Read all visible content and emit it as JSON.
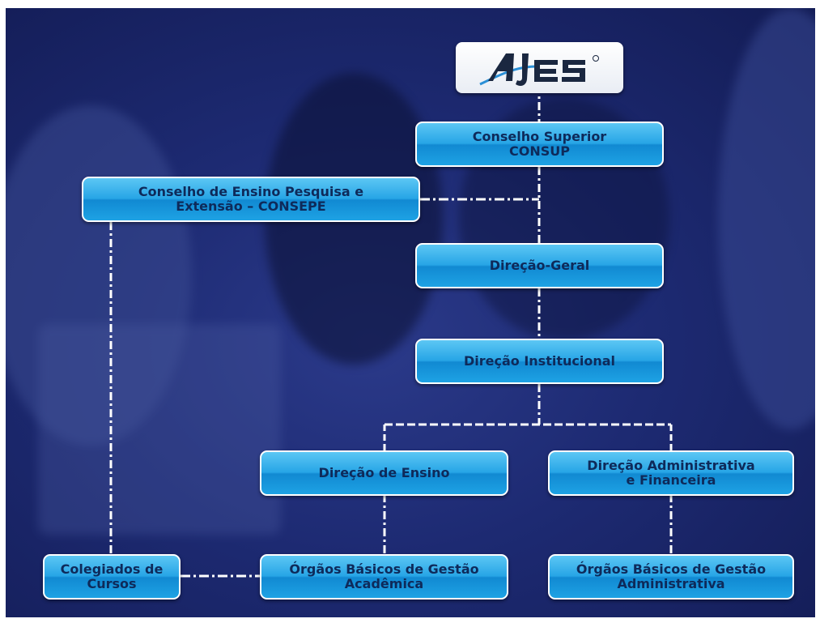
{
  "logo": {
    "text": "AJES",
    "mark": "®"
  },
  "nodes": {
    "consup": {
      "line1": "Conselho Superior",
      "line2": "CONSUP"
    },
    "consepe": {
      "line1": "Conselho de Ensino Pesquisa e",
      "line2": "Extensão – CONSEPE"
    },
    "direcao_geral": {
      "line1": "Direção-Geral"
    },
    "direcao_institucional": {
      "line1": "Direção Institucional"
    },
    "direcao_ensino": {
      "line1": "Direção de Ensino"
    },
    "direcao_adm": {
      "line1": "Direção Administrativa",
      "line2": "e Financeira"
    },
    "colegiados": {
      "line1": "Colegiados de",
      "line2": "Cursos"
    },
    "orgaos_academica": {
      "line1": "Órgãos Básicos de Gestão",
      "line2": "Acadêmica"
    },
    "orgaos_administrativa": {
      "line1": "Órgãos Básicos de Gestão",
      "line2": "Administrativa"
    }
  },
  "colors": {
    "node_top": "#5cc7f4",
    "node_bottom": "#1189d2",
    "node_text": "#0e2a5a",
    "background": "#1d2a72",
    "connector": "#ffffff",
    "logo_dark": "#1a2740",
    "logo_accent": "#2a8fd6"
  }
}
